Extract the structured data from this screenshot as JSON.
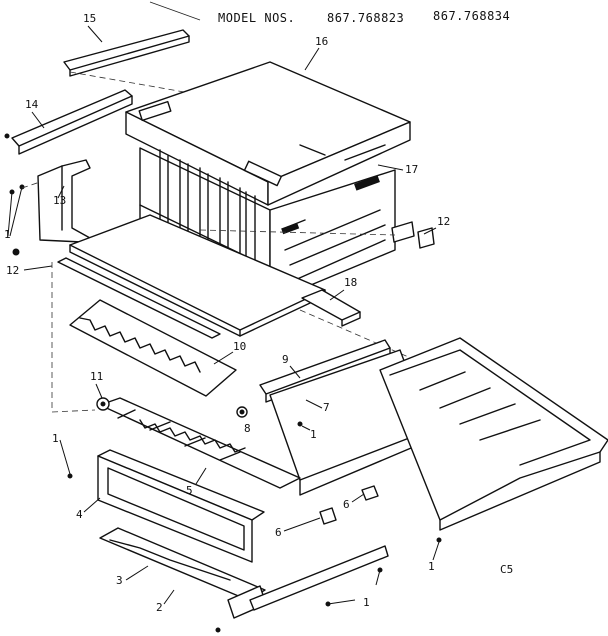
{
  "header": {
    "model_prefix": "MODEL NOS.",
    "model_1": "867.768823",
    "model_2": "867.768834"
  },
  "corner_code": "C5",
  "callouts": {
    "c15": "15",
    "c16": "16",
    "c14": "14",
    "c13": "13",
    "c17": "17",
    "c12a": "12",
    "c12b": "12",
    "c1a": "1",
    "c18": "18",
    "c10": "10",
    "c9": "9",
    "c11": "11",
    "c7": "7",
    "c8": "8",
    "c1b": "1",
    "c1c": "1",
    "c5": "5",
    "c4": "4",
    "c6a": "6",
    "c6b": "6",
    "c1d": "1",
    "c3": "3",
    "c2": "2",
    "c1e": "1"
  }
}
